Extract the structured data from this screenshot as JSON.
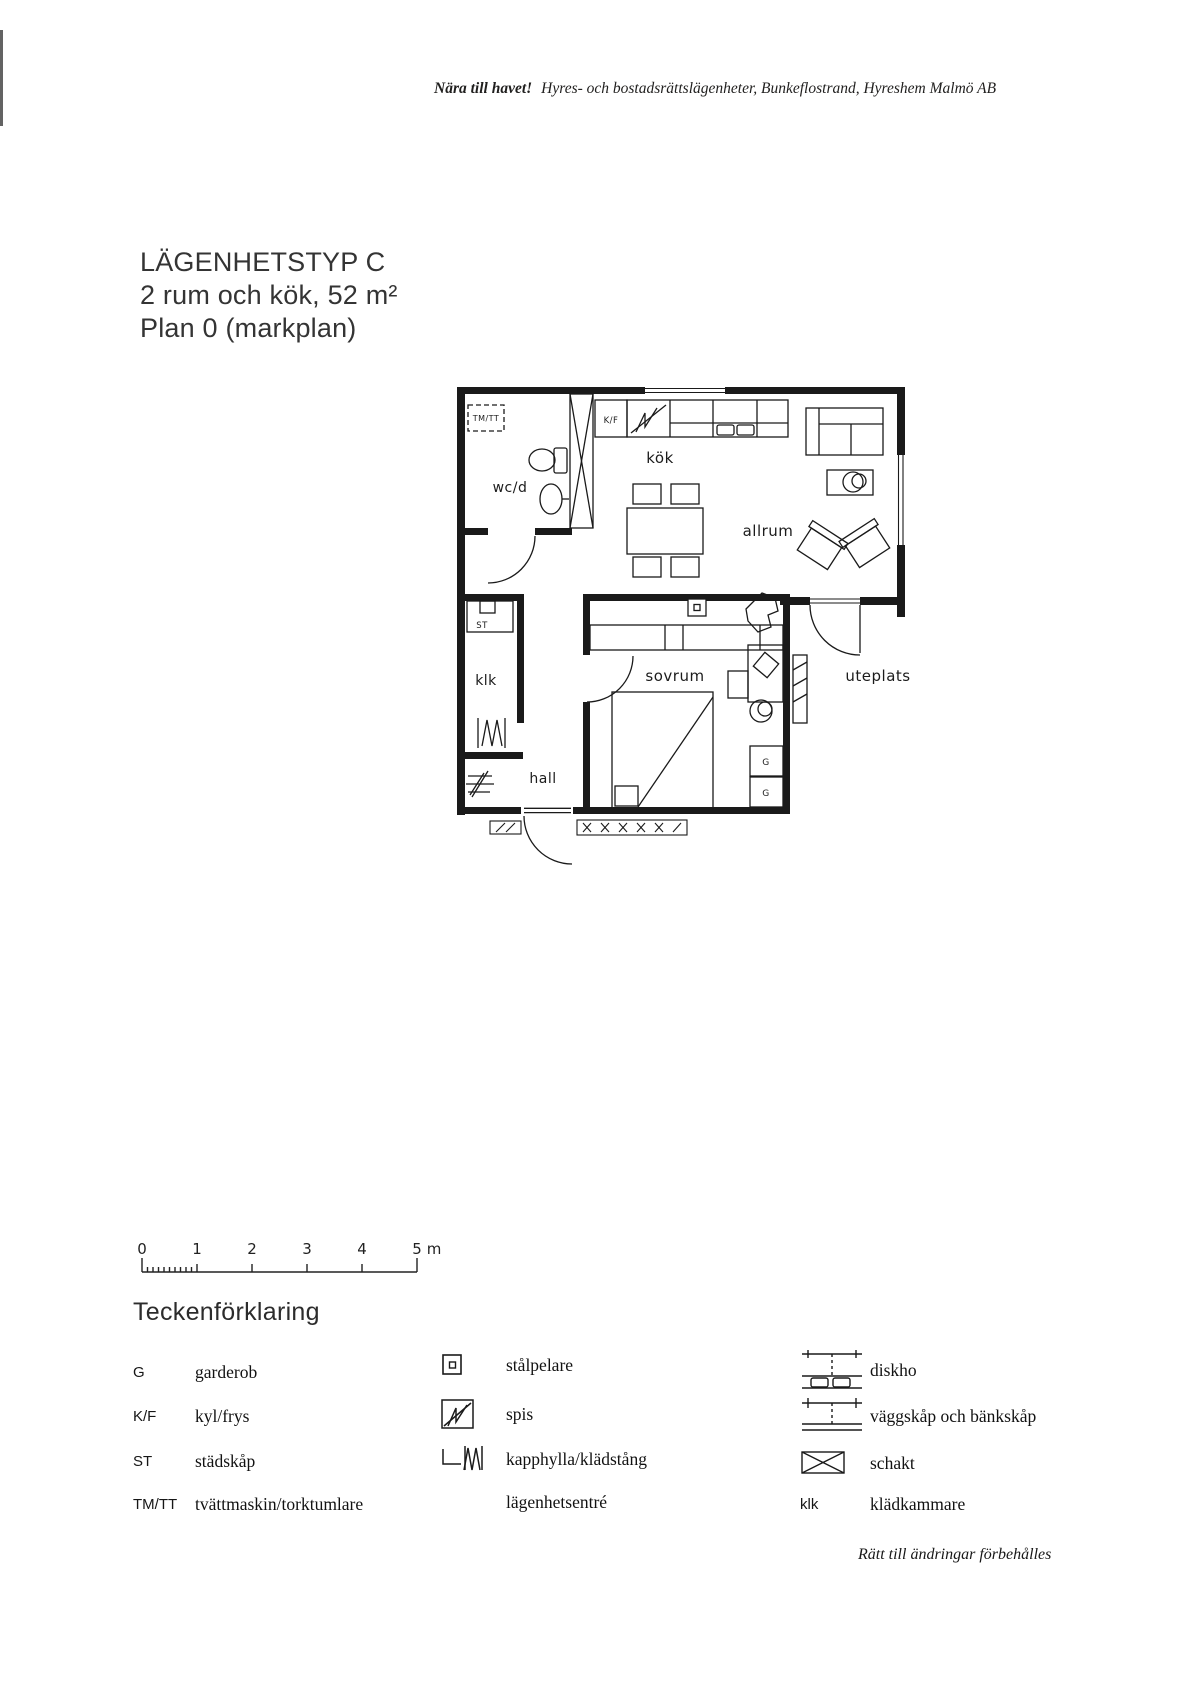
{
  "header": {
    "emphasis": "Nära till havet!",
    "text": "Hyres- och bostadsrättslägenheter, Bunkeflostrand, Hyreshem Malmö AB"
  },
  "title": {
    "line1": "LÄGENHETSTYP C",
    "line2": "2 rum och kök, 52 m²",
    "line3": "Plan 0 (markplan)"
  },
  "floor_plan": {
    "labels": {
      "wcd": "wc/d",
      "kok": "kök",
      "allrum": "allrum",
      "sovrum": "sovrum",
      "klk": "klk",
      "hall": "hall",
      "uteplats": "uteplats",
      "tmtt": "TM/TT",
      "kf": "K/F",
      "st": "ST",
      "g_top": "G",
      "g_bottom": "G"
    }
  },
  "scale_bar": {
    "labels": [
      "0",
      "1",
      "2",
      "3",
      "4",
      "5"
    ],
    "unit": "m"
  },
  "legend": {
    "title": "Teckenförklaring",
    "abbreviations": [
      {
        "abbr": "G",
        "label": "garderob"
      },
      {
        "abbr": "K/F",
        "label": "kyl/frys"
      },
      {
        "abbr": "ST",
        "label": "städskåp"
      },
      {
        "abbr": "TM/TT",
        "label": "tvättmaskin/torktumlare"
      }
    ],
    "symbols": [
      {
        "icon": "steel-pillar-icon",
        "label": "stålpelare"
      },
      {
        "icon": "stove-icon",
        "label": "spis"
      },
      {
        "icon": "coat-rack-icon",
        "label": "kapphylla/klädstång"
      },
      {
        "icon": "none",
        "label": "lägenhetsentré"
      }
    ],
    "symbols_right": [
      {
        "icon": "sink-icon",
        "label": "diskho"
      },
      {
        "icon": "cabinet-icon",
        "label": "väggskåp och bänkskåp"
      },
      {
        "icon": "shaft-icon",
        "label": "schakt"
      },
      {
        "abbr": "klk",
        "label": "klädkammare"
      }
    ]
  },
  "footer": "Rätt till ändringar förbehålles"
}
